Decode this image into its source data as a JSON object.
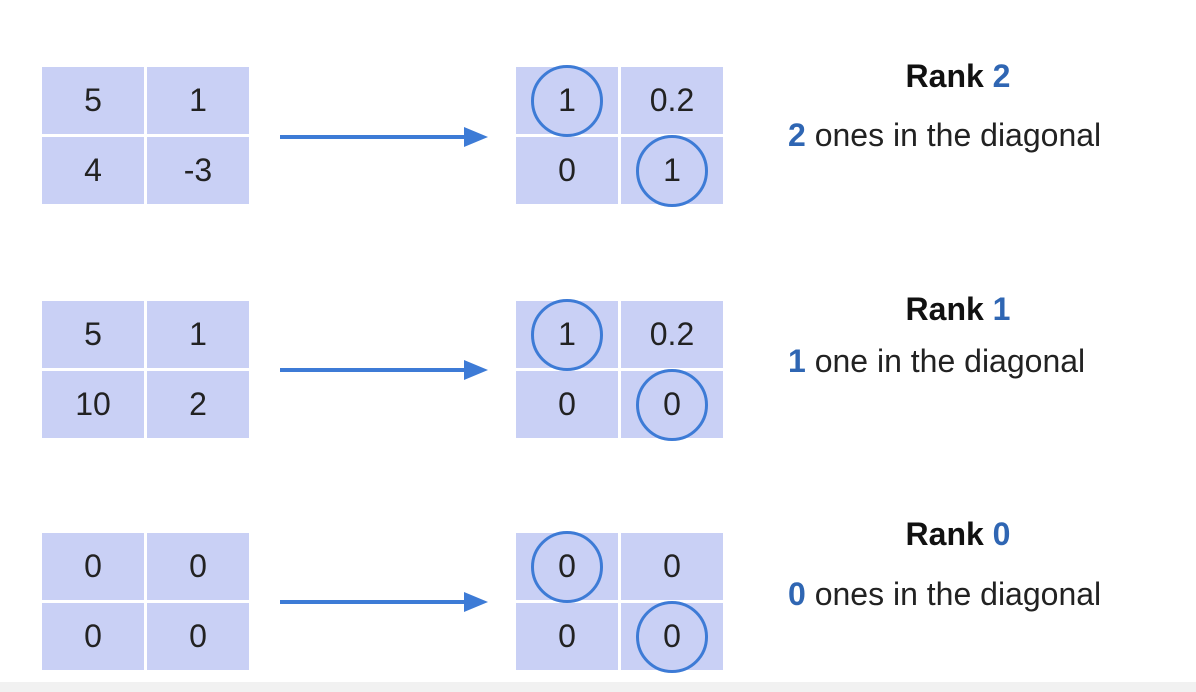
{
  "rows": [
    {
      "input": [
        "5",
        "1",
        "4",
        "-3"
      ],
      "output": [
        "1",
        "0.2",
        "0",
        "1"
      ],
      "rank_label": "Rank",
      "rank_value": "2",
      "desc_count": "2",
      "desc_text": "ones in the diagonal"
    },
    {
      "input": [
        "5",
        "1",
        "10",
        "2"
      ],
      "output": [
        "1",
        "0.2",
        "0",
        "0"
      ],
      "rank_label": "Rank",
      "rank_value": "1",
      "desc_count": "1",
      "desc_text": "one in the diagonal"
    },
    {
      "input": [
        "0",
        "0",
        "0",
        "0"
      ],
      "output": [
        "0",
        "0",
        "0",
        "0"
      ],
      "rank_label": "Rank",
      "rank_value": "0",
      "desc_count": "0",
      "desc_text": "ones in the diagonal"
    }
  ],
  "colors": {
    "cell": "#c9d0f5",
    "accent": "#3d7bd6",
    "rank_number": "#2f66b3"
  }
}
